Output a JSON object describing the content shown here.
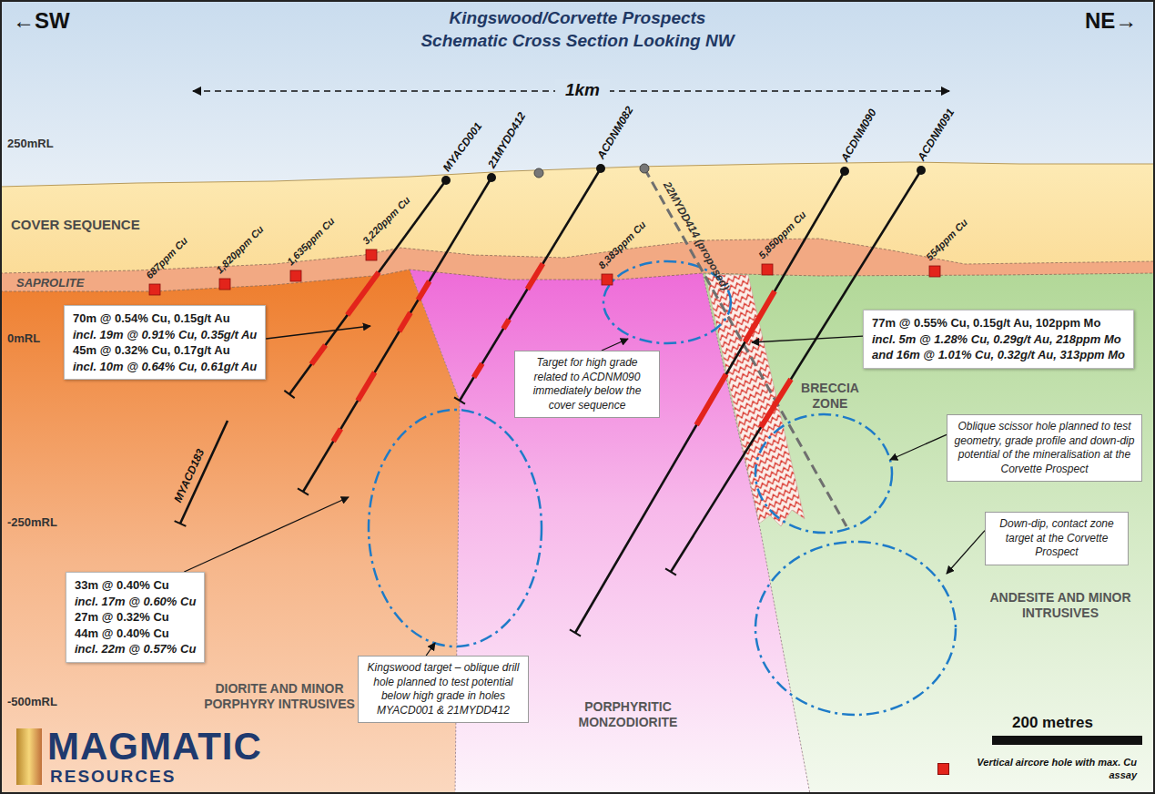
{
  "diagram": {
    "title": "Kingswood/Corvette Prospects Schematic Cross Section Looking NW",
    "nodes": [
      {
        "text": [
          "70m @ 0.54% Cu, 0.15g/t Au",
          "incl. 19m @ 0.91% Cu, 0.35g/t Au",
          "45m @ 0.32% Cu, 0.17g/t Au",
          "incl. 10m @ 0.64% Cu, 0.61g/t Au"
        ]
      },
      {
        "text": [
          "33m @ 0.40% Cu",
          "incl. 17m @ 0.60% Cu",
          "27m @ 0.32% Cu",
          "44m @ 0.40% Cu",
          "incl. 22m @ 0.57% Cu"
        ]
      },
      {
        "text": [
          "Target for high grade related to ACDNM090 immediately below the cover sequence"
        ]
      },
      {
        "text": [
          "77m @ 0.55% Cu, 0.15g/t Au, 102ppm Mo",
          "incl. 5m @ 1.28% Cu, 0.29g/t Au, 218ppm Mo",
          "and 16m @ 1.01% Cu, 0.32g/t Au, 313ppm Mo"
        ]
      },
      {
        "text": [
          "Oblique scissor hole planned to test geometry, grade profile and down-dip potential of the mineralisation at the Corvette Prospect"
        ]
      },
      {
        "text": [
          "Down-dip, contact zone target at the Corvette Prospect"
        ]
      },
      {
        "text": [
          "Kingswood target – oblique drill hole planned to test potential below high grade in holes MYACD001 & 21MYDD412"
        ]
      }
    ],
    "labels": [
      "←SW",
      "NE→",
      "1km",
      "250mRL",
      "0mRL",
      "-250mRL",
      "-500mRL",
      "COVER SEQUENCE",
      "SAPROLITE",
      "DIORITE AND MINOR PORPHYRY INTRUSIVES",
      "PORPHYRITIC MONZODIORITE",
      "BRECCIA ZONE",
      "ANDESITE AND MINOR INTRUSIVES",
      "687ppm Cu",
      "1,820ppm Cu",
      "1,635ppm Cu",
      "3,220ppm Cu",
      "8,383ppm Cu",
      "5,850ppm Cu",
      "554ppm Cu",
      "MYACD001",
      "21MYDD412",
      "ACDNM082",
      "22MYDD414 (proposed)",
      "ACDNM090",
      "ACDNM091",
      "MYACD183",
      "200 metres",
      "MAGMATIC",
      "RESOURCES"
    ],
    "legend": [
      {
        "text": "Vertical aircore hole with max. Cu assay",
        "color": "#e3241b"
      }
    ]
  }
}
